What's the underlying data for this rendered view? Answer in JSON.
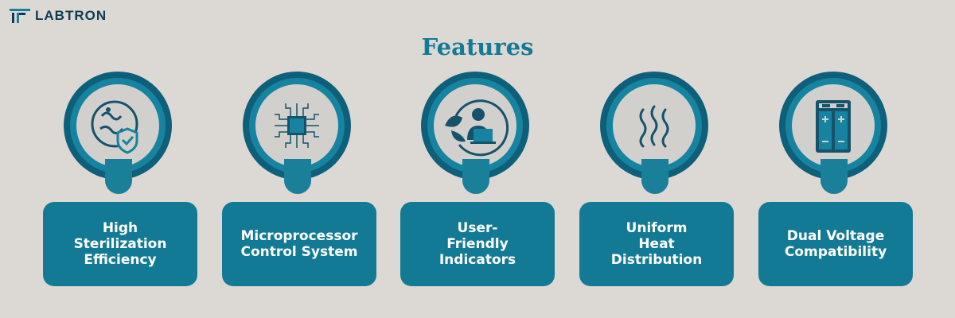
{
  "brand": {
    "name": "LABTRON"
  },
  "title": "Features",
  "features": [
    {
      "label": "High Sterilization Efficiency",
      "icon": "bacteria-shield-icon"
    },
    {
      "label": "Microprocessor Control System",
      "icon": "microchip-icon"
    },
    {
      "label": "User-Friendly Indicators",
      "icon": "user-laptop-leaf-icon"
    },
    {
      "label": "Uniform Heat Distribution",
      "icon": "heat-waves-icon"
    },
    {
      "label": "Dual Voltage Compatibility",
      "icon": "battery-icon"
    }
  ],
  "colors": {
    "background": "#dcd8d3",
    "accent": "#147a93",
    "dark": "#0e5f7a"
  }
}
